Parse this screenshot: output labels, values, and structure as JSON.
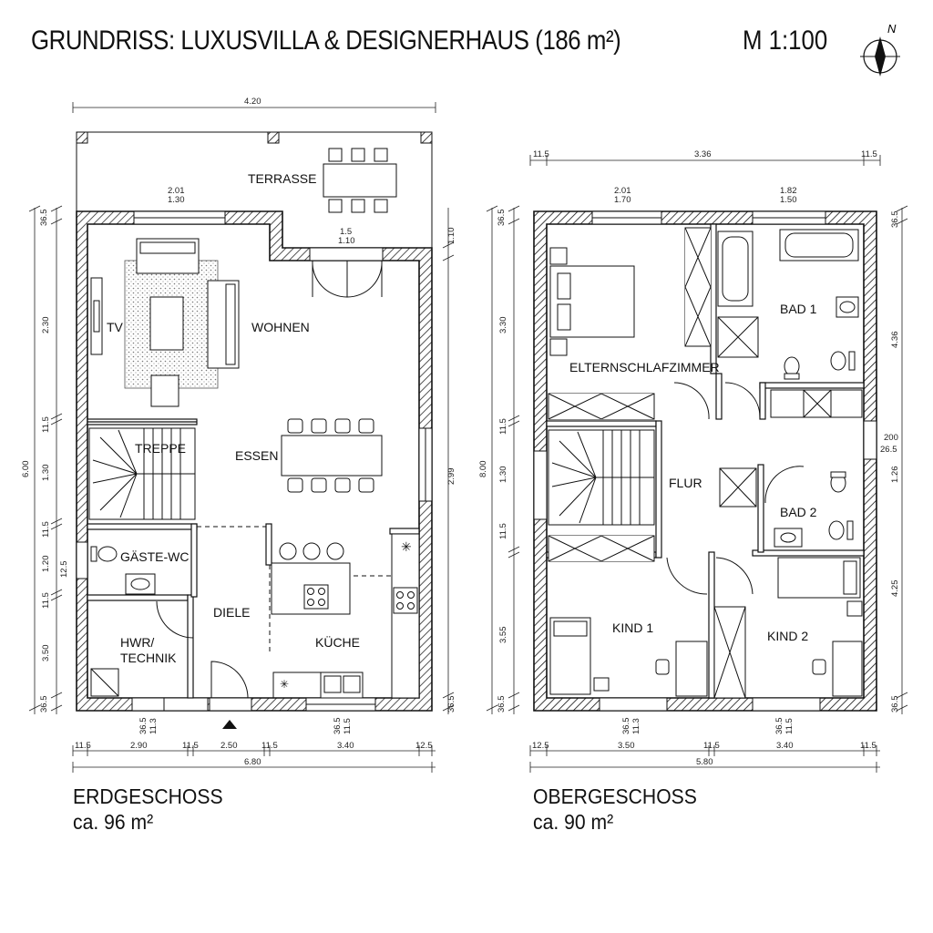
{
  "header": {
    "title": "GRUNDRISS: LUXUSVILLA & DESIGNERHAUS (186 m²)",
    "scale": "M 1:100",
    "north": "N"
  },
  "ground_floor": {
    "name": "ERDGESCHOSS",
    "area": "ca. 96 m²",
    "rooms": {
      "terrasse": "TERRASSE",
      "wohnen": "WOHNEN",
      "tv": "TV",
      "treppe": "TREPPE",
      "essen": "ESSEN",
      "gaeste_wc": "GÄSTE-WC",
      "diele": "DIELE",
      "kueche": "KÜCHE",
      "hwr_1": "HWR/",
      "hwr_2": "TECHNIK"
    },
    "dims": {
      "top_width": "4.20",
      "window_top_1": "2.01",
      "window_top_2": "1.30",
      "door_top_1": "1.5",
      "door_top_2": "1.10",
      "left_1": "36.5",
      "left_2": "2.30",
      "left_3": "11.5",
      "left_4": "1.30",
      "left_5": "11.5",
      "left_6": "1.20",
      "left_7": "11.5",
      "left_8": "3.50",
      "left_9": "36.5",
      "left_total": "6.00",
      "wc_small": "12.5",
      "right_1": "1.10",
      "right_2": "2.99",
      "right_3": "36.5",
      "bottom_win_1a": "36.5",
      "bottom_win_1b": "11.3",
      "bottom_win_2a": "36.5",
      "bottom_win_2b": "11.5",
      "bottom_1": "11.5",
      "bottom_2": "2.90",
      "bottom_3": "11.5",
      "bottom_4": "2.50",
      "bottom_5": "11.5",
      "bottom_6": "3.40",
      "bottom_7": "12.5",
      "bottom_total": "6.80"
    }
  },
  "upper_floor": {
    "name": "OBERGESCHOSS",
    "area": "ca. 90 m²",
    "rooms": {
      "eltern": "ELTERNSCHLAFZIMMER",
      "bad1": "BAD 1",
      "flur": "FLUR",
      "bad2": "BAD 2",
      "kind1": "KIND 1",
      "kind2": "KIND 2"
    },
    "dims": {
      "top_1": "11.5",
      "top_2": "3.36",
      "top_3": "11.5",
      "window_top_1": "2.01",
      "window_top_2": "1.70",
      "window_top_3": "1.82",
      "window_top_4": "1.50",
      "left_1": "36.5",
      "left_2": "3.30",
      "left_3": "11.5",
      "left_4": "1.30",
      "left_5": "11.5",
      "left_6": "3.55",
      "left_7": "36.5",
      "left_total": "8.00",
      "right_1": "36.5",
      "right_2": "4.36",
      "right_3": "200",
      "right_4": "26.5",
      "right_5": "1.26",
      "right_6": "4.25",
      "right_7": "36.5",
      "bottom_win_1a": "36.5",
      "bottom_win_1b": "11.3",
      "bottom_win_2a": "36.5",
      "bottom_win_2b": "11.5",
      "bottom_1": "12.5",
      "bottom_2": "3.50",
      "bottom_3": "11.5",
      "bottom_4": "3.40",
      "bottom_5": "11.5",
      "bottom_total": "5.80"
    }
  }
}
